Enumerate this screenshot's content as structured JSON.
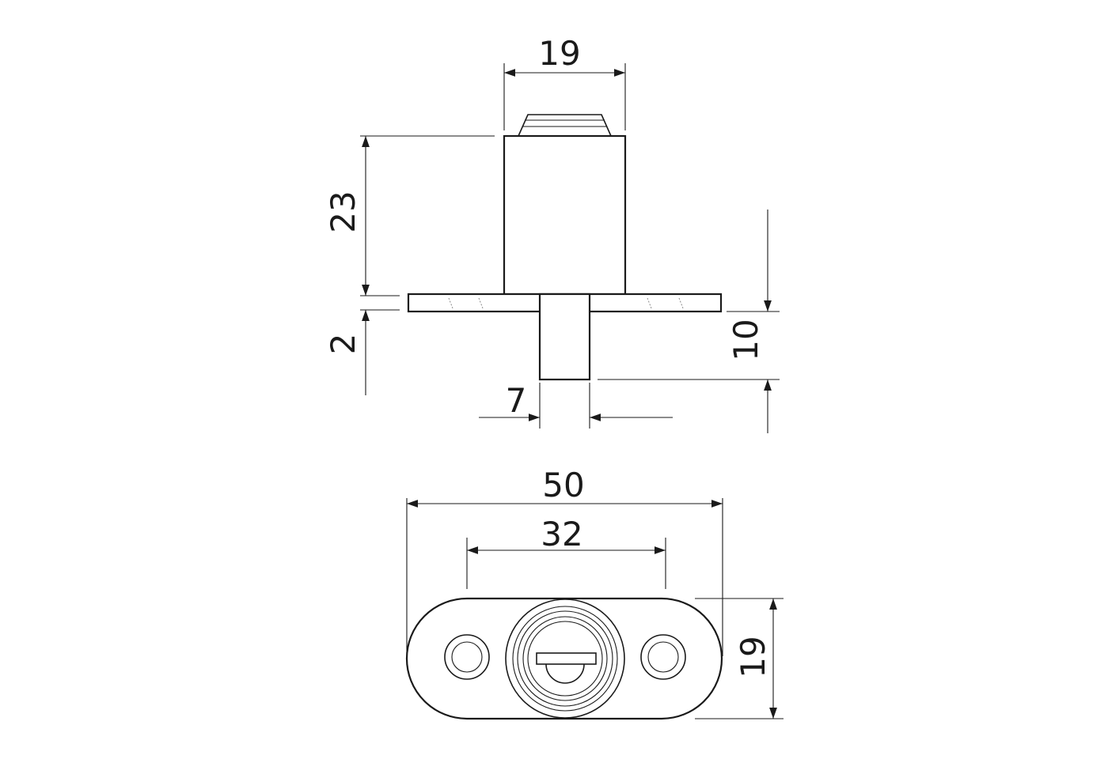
{
  "dimensions": {
    "cylinder_diameter": "19",
    "cylinder_height": "23",
    "flange_thickness": "2",
    "pin_length": "10",
    "pin_width": "7",
    "flange_length": "50",
    "hole_spacing": "32",
    "flange_width": "19"
  }
}
